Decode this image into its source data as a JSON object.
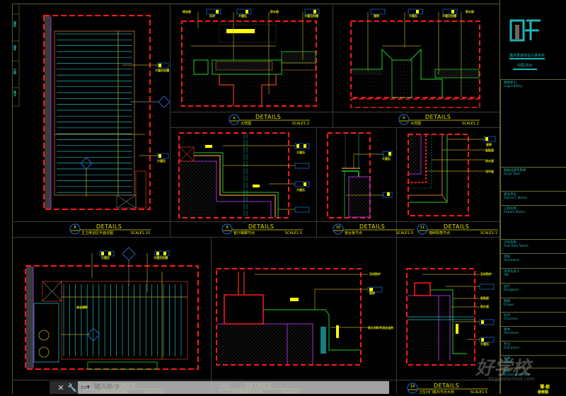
{
  "app": {
    "type": "CAD drawing viewer",
    "command_line": {
      "prompt": "键入命令",
      "value": "",
      "close_label": "✕",
      "settings_label": "🔧"
    }
  },
  "title_block": {
    "logo_text": "QF",
    "company_line1": "鑫风景装饰设计事务所",
    "company_line2": "中国·杭州",
    "fields": [
      {
        "cn": "图例索引",
        "en": "Legend/Key"
      },
      {
        "cn": "图纸出图专用章",
        "en": "Issue Seal"
      },
      {
        "cn": "建设单位",
        "en": "Owner's Name"
      },
      {
        "cn": "工程名称",
        "en": "Project Name"
      },
      {
        "cn": "子项名称",
        "en": "Sub-item Name"
      },
      {
        "cn": "审核",
        "en": "Reviewed"
      },
      {
        "cn": "项目负责人",
        "en": "PM"
      },
      {
        "cn": "设计",
        "en": "Designed"
      },
      {
        "cn": "制图",
        "en": "Drawn"
      },
      {
        "cn": "校对",
        "en": "Checked"
      },
      {
        "cn": "版本",
        "en": "Revisions"
      },
      {
        "cn": "专业",
        "en": "Discipline"
      },
      {
        "cn": "日期",
        "en": "Date"
      },
      {
        "cn": "图号",
        "en": "Drawing number"
      }
    ],
    "stamp_1": "薄·板",
    "stamp_2": "装修图"
  },
  "left_strip": {
    "labels": [
      "图纸",
      "图号",
      "日期",
      "备注"
    ]
  },
  "details": [
    {
      "id": "a",
      "title": "DETAILS",
      "subtitle": "大样图",
      "scale": "SCALE1:2"
    },
    {
      "id": "b",
      "title": "DETAILS",
      "subtitle": "大样图",
      "scale": "SCALE1:2"
    },
    {
      "id": "8",
      "title": "DETAILS",
      "subtitle": "主卫淋浴区平面详图",
      "scale": "SCALE1:10"
    },
    {
      "id": "9",
      "title": "DETAILS",
      "subtitle": "客厅踢脚节点",
      "scale": "SCALE1:5"
    },
    {
      "id": "10",
      "title": "DETAILS",
      "subtitle": "窗台板节点",
      "scale": "SCALE1:5"
    },
    {
      "id": "11",
      "title": "DETAILS",
      "subtitle": "墙砖阳角节点",
      "scale": "SCALE1:1"
    },
    {
      "id": "12",
      "title": "DETAILS",
      "subtitle": "次卫淋浴区平面详图",
      "scale": "SCALE1:10"
    },
    {
      "id": "13",
      "title": "DETAILS",
      "subtitle": "卫生间地漏节点大样",
      "scale": "SCALE1:2"
    },
    {
      "id": "14",
      "title": "DETAILS",
      "subtitle": "卫生间门槛石节点大样",
      "scale": "SCALE1:5"
    }
  ],
  "annotations": {
    "a": [
      "结合层",
      "石材",
      "大理石",
      "防水层",
      "大理石拉槽",
      "排水沟篦子拉槽处理"
    ],
    "b": [
      "瓷砖",
      "大理石",
      "大理石拉槽",
      "防水层"
    ],
    "8": [
      "大理石拉槽",
      "大理石"
    ],
    "9": [
      "大理石",
      "木饰面",
      "大理石",
      "乳胶漆"
    ],
    "10": [
      "大理石",
      "乳胶漆"
    ],
    "11": [
      "瓷砖",
      "粘贴层",
      "防水层",
      "找平层"
    ],
    "12": [
      "大理石",
      "大理石拉槽",
      "淋浴隔断"
    ],
    "13": [
      "石材防护",
      "瓷砖",
      "防水材料专用去油剂"
    ],
    "14": [
      "石材防护",
      "瓷砖",
      "粘贴层",
      "防水层",
      "瓷砖",
      "大理石"
    ]
  },
  "watermark": {
    "text": "好学校",
    "url": "91goodschool.com"
  },
  "colors": {
    "background": "#000000",
    "frame": "#5a5a2a",
    "dashed_boundary": "#ff1a1a",
    "annotation": "#e6e600",
    "section_hatch": "#1fb5b5",
    "membrane": "#22cc22",
    "substrate": "#9b30d0",
    "wood": "#c87830",
    "bubble": "#1e5aa8",
    "title_block_text": "#1fb5b5"
  }
}
